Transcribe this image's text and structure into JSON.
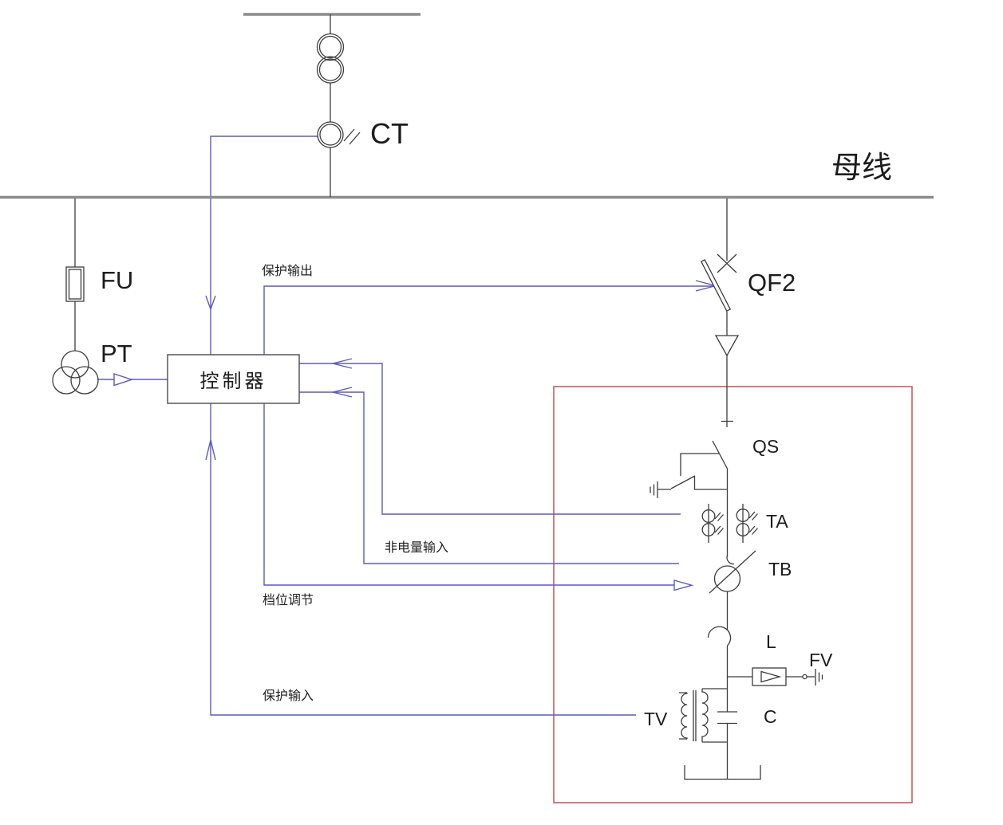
{
  "labels": {
    "busbar": "母线",
    "ct": "CT",
    "fu": "FU",
    "pt": "PT",
    "controller": "控制器",
    "qf2": "QF2",
    "qs": "QS",
    "ta": "TA",
    "tb": "TB",
    "l": "L",
    "fv": "FV",
    "tv": "TV",
    "c": "C"
  },
  "signal_labels": {
    "protection_output": "保护输出",
    "non_electrical_input": "非电量输入",
    "tap_adjustment": "档位调节",
    "protection_input": "保护输入"
  },
  "colors": {
    "circuit": "#3c3c3c",
    "bus": "#8c8c8c",
    "signal": "#5a5ac2",
    "frame": "#c55f5f"
  }
}
